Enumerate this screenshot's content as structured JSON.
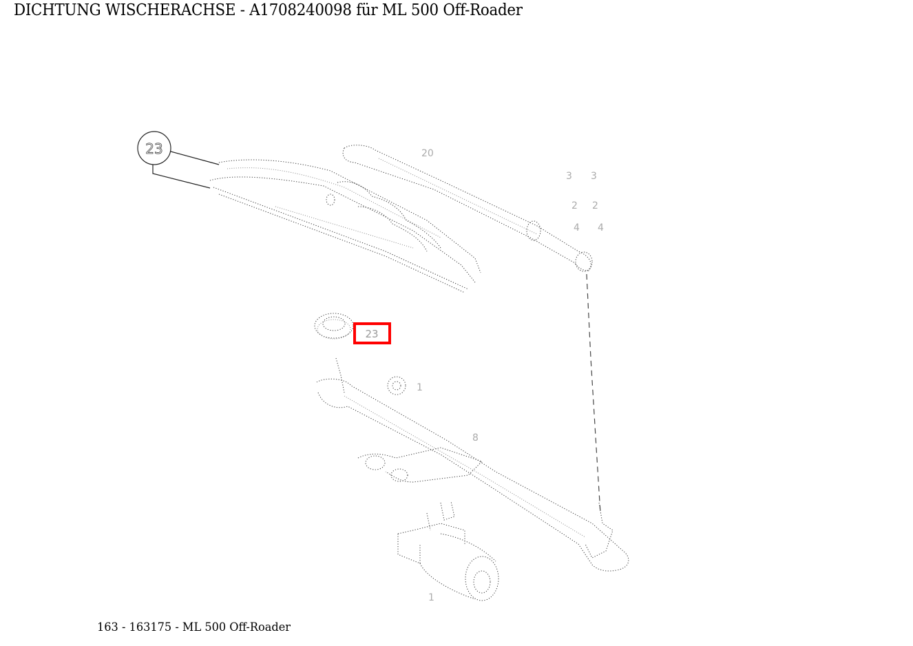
{
  "header": {
    "title": "DICHTUNG WISCHERACHSE - A1708240098 für ML 500 Off-Roader"
  },
  "diagram": {
    "description": "Wiper linkage exploded parts diagram",
    "callout": {
      "number": "23"
    },
    "highlighted_part": {
      "label": "23",
      "color": "#ff0000"
    },
    "part_labels": [
      {
        "id": "label-top-arm",
        "text": "20"
      },
      {
        "id": "label-right-1",
        "text": "3"
      },
      {
        "id": "label-right-2",
        "text": "2"
      },
      {
        "id": "label-right-3",
        "text": "4"
      },
      {
        "id": "label-nut",
        "text": "1"
      },
      {
        "id": "label-linkage",
        "text": "8"
      },
      {
        "id": "label-motor",
        "text": "1"
      }
    ]
  },
  "footer": {
    "caption": "163 - 163175 - ML 500 Off-Roader"
  }
}
